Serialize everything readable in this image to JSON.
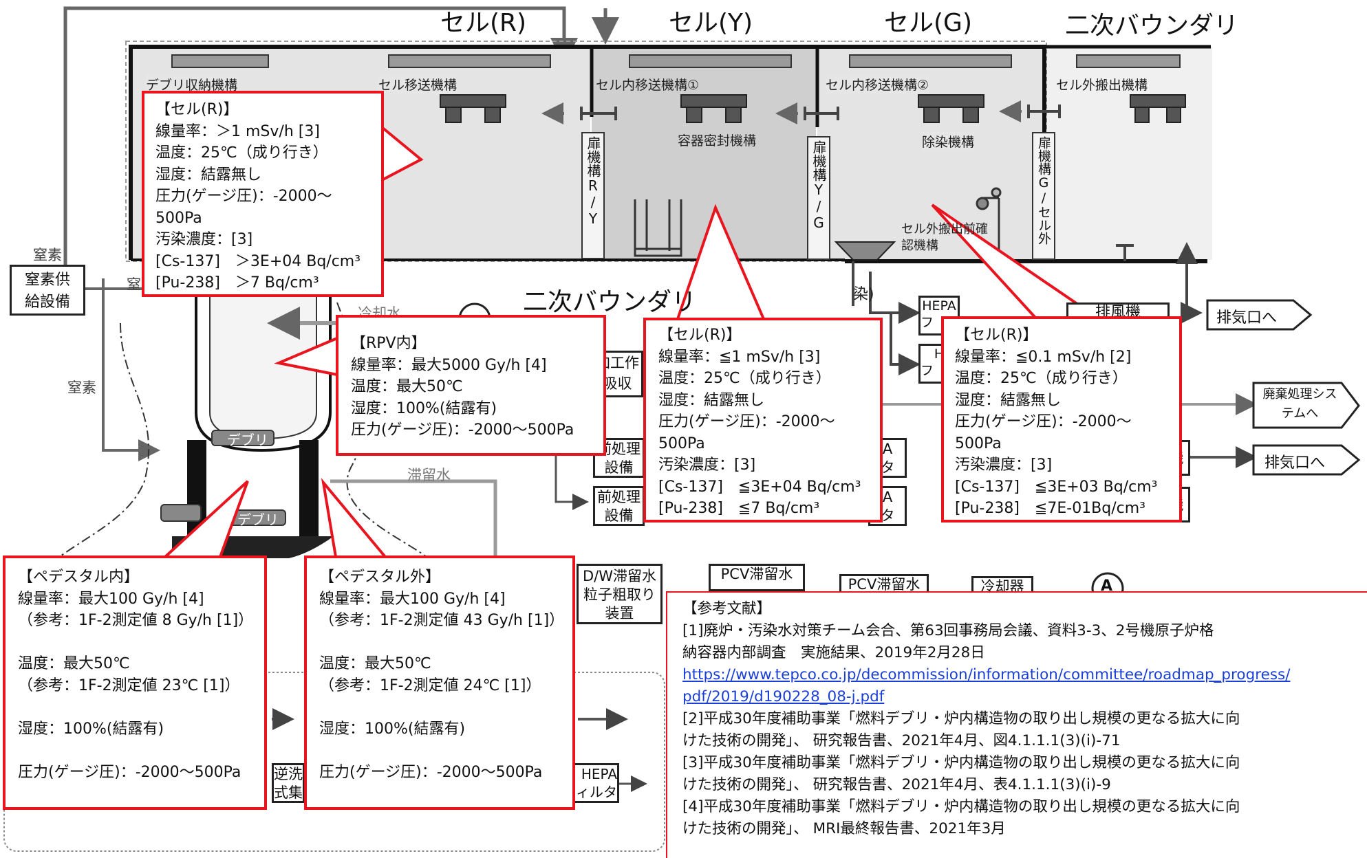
{
  "cells": {
    "cell_r_title": "セル(R)",
    "cell_y_title": "セル(Y)",
    "cell_g_title": "セル(G)",
    "secondary_boundary_top": "二次バウンダリ",
    "secondary_boundary_mid": "二次バウンダリ"
  },
  "mechanisms": {
    "debris_storage": "デブリ収納機構",
    "cell_transfer": "セル移送機構",
    "in_cell_transfer_1": "セル内移送機構①",
    "in_cell_transfer_2": "セル内移送機構②",
    "out_cell_carry": "セル外搬出機構",
    "container_seal": "容器密封機構",
    "decontamination": "除染機構",
    "pre_carry_check": "セル外搬出前確認機構"
  },
  "doors": {
    "door_ry": "扉機構R/Y",
    "door_yg": "扉機構Y/G",
    "door_g_out": "扉機構G/セル外"
  },
  "plant": {
    "nitrogen_supply": "窒素供給設備",
    "nitrogen_1": "窒素",
    "nitrogen_2": "窒素",
    "nitrogen_3": "窒",
    "cooling_water": "冷却水",
    "stagnant_water": "滞留水",
    "debris_1": "デブリ",
    "debris_2": "デブリ",
    "hepa_1": "HEPA",
    "hepa_1b": "フ",
    "hepa_2": "H",
    "hepa_2b": "フ",
    "exhaust_fan": "排風機",
    "exhaust_port_1": "排気口へ",
    "exhaust_port_2": "排気口へ",
    "waste_system": "廃棄処理システムへ",
    "machining_absorb_1": "加工作",
    "machining_absorb_2": "吸収",
    "pretreat_1a": "前処理",
    "pretreat_1b": "設備",
    "pretreat_2a": "前処理",
    "pretreat_2b": "設備",
    "dw_water_1": "D/W滞留水",
    "dw_water_2": "粒子粗取り",
    "dw_water_3": "装置",
    "pcv_water_1": "PCV滞留水",
    "pcv_water_2": "PCV滞留水",
    "cooler": "冷却器",
    "circle_a": "A",
    "hepa_3a": "HEPA",
    "hepa_3b": "ィルタ",
    "reverse_1": "逆洗",
    "reverse_2": "式集",
    "machine_1": "機",
    "machine_2": "機",
    "dust_1": "A",
    "dust_2": "タ",
    "dust_3": "A",
    "dust_4": "タ",
    "contam_side": "染)"
  },
  "callouts": {
    "cell_r_top": {
      "lines": [
        "【セル(R)】",
        "線量率：＞1 mSv/h [3]",
        "温度：25℃（成り行き）",
        "湿度：結露無し",
        "圧力(ゲージ圧)：-2000～",
        "500Pa",
        "汚染濃度：[3]",
        "[Cs-137]　＞3E+04 Bq/cm³",
        "[Pu-238]　＞7 Bq/cm³"
      ]
    },
    "rpv": {
      "lines": [
        "【RPV内】",
        "線量率：最大5000 Gy/h [4]",
        "温度：最大50℃",
        "湿度：100%(結露有)",
        "圧力(ゲージ圧)：-2000～500Pa"
      ]
    },
    "cell_r_mid": {
      "lines": [
        "【セル(R)】",
        "線量率：≦1 mSv/h [3]",
        "温度：25℃（成り行き）",
        "湿度：結露無し",
        "圧力(ゲージ圧)：-2000～",
        "500Pa",
        "汚染濃度：[3]",
        "[Cs-137]　≦3E+04 Bq/cm³",
        "[Pu-238]　≦7 Bq/cm³"
      ]
    },
    "cell_r_right": {
      "lines": [
        "【セル(R)】",
        "線量率：≦0.1 mSv/h [2]",
        "温度：25℃（成り行き）",
        "湿度：結露無し",
        "圧力(ゲージ圧)：-2000～",
        "500Pa",
        "汚染濃度：[3]",
        "[Cs-137]　≦3E+03 Bq/cm³",
        "[Pu-238]　≦7E-01Bq/cm³"
      ]
    },
    "pedestal_in": {
      "lines": [
        "【ペデスタル内】",
        "線量率：最大100 Gy/h [4]",
        "（参考：1F-2測定値 8 Gy/h [1]）",
        "",
        "温度：最大50℃",
        "（参考：1F-2測定値 23℃ [1]）",
        "",
        "湿度：100%(結露有)",
        "",
        "圧力(ゲージ圧)：-2000～500Pa"
      ]
    },
    "pedestal_out": {
      "lines": [
        "【ペデスタル外】",
        "線量率：最大100 Gy/h [4]",
        "（参考：1F-2測定値 43 Gy/h [1]）",
        "",
        "温度：最大50℃",
        "（参考：1F-2測定値 24℃ [1]）",
        "",
        "湿度：100%(結露有)",
        "",
        "圧力(ゲージ圧)：-2000～500Pa"
      ]
    }
  },
  "references": {
    "title": "【参考文献】",
    "r1_a": "[1]廃炉・汚染水対策チーム会合、第63回事務局会議、資料3-3、2号機原子炉格",
    "r1_b": "納容器内部調査　実施結果、2019年2月28日",
    "r1_url_a": "https://www.tepco.co.jp/decommission/information/committee/roadmap_progress/",
    "r1_url_b": "pdf/2019/d190228_08-j.pdf",
    "r2_a": "[2]平成30年度補助事業「燃料デブリ・炉内構造物の取り出し規模の更なる拡大に向",
    "r2_b": "けた技術の開発」、 研究報告書、2021年4月、図4.1.1.1(3)(i)-71",
    "r3_a": "[3]平成30年度補助事業「燃料デブリ・炉内構造物の取り出し規模の更なる拡大に向",
    "r3_b": "けた技術の開発」、 研究報告書、2021年4月、表4.1.1.1(3)(i)-9",
    "r4_a": "[4]平成30年度補助事業「燃料デブリ・炉内構造物の取り出し規模の更なる拡大に向",
    "r4_b": "けた技術の開発」、 MRI最終報告書、2021年3月"
  }
}
